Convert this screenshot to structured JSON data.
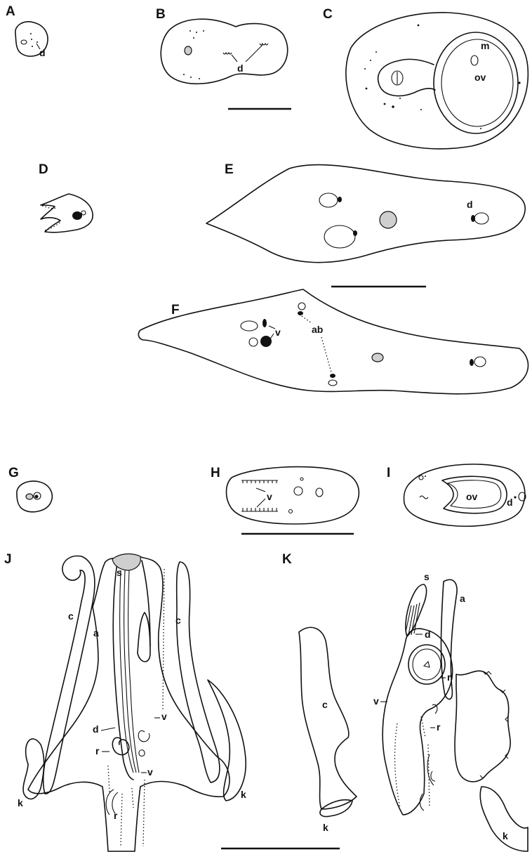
{
  "panels": {
    "A": {
      "letter": "A",
      "labels": [
        "d"
      ]
    },
    "B": {
      "letter": "B",
      "labels": [
        "d"
      ]
    },
    "C": {
      "letter": "C",
      "labels": [
        "m",
        "ov"
      ]
    },
    "D": {
      "letter": "D",
      "labels": []
    },
    "E": {
      "letter": "E",
      "labels": [
        "d"
      ]
    },
    "F": {
      "letter": "F",
      "labels": [
        "v",
        "ab"
      ]
    },
    "G": {
      "letter": "G",
      "labels": []
    },
    "H": {
      "letter": "H",
      "labels": [
        "v"
      ]
    },
    "I": {
      "letter": "I",
      "labels": [
        "ov",
        "d"
      ]
    },
    "J": {
      "letter": "J",
      "labels": [
        "s",
        "c",
        "a",
        "c",
        "d",
        "v",
        "r",
        "v",
        "r",
        "k",
        "k"
      ]
    },
    "K": {
      "letter": "K",
      "labels": [
        "s",
        "a",
        "d",
        "c",
        "r",
        "v",
        "r",
        "k",
        "k"
      ]
    }
  },
  "colors": {
    "ink": "#111111",
    "stipple": "#cfcfcf",
    "background": "#ffffff"
  }
}
